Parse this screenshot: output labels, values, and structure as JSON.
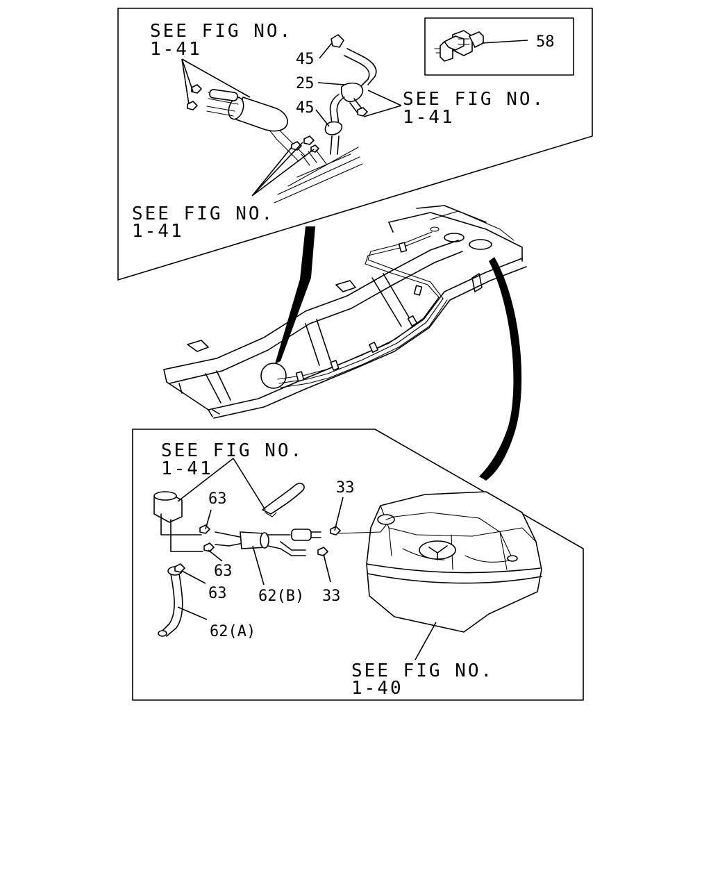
{
  "top_inset": {
    "ref_top_left": {
      "line1": "SEE FIG NO.",
      "line2": "1-41"
    },
    "ref_right": {
      "line1": "SEE FIG NO.",
      "line2": "1-41"
    },
    "ref_bottom_left": {
      "line1": "SEE FIG NO.",
      "line2": "1-41"
    },
    "callouts": {
      "c45_upper": "45",
      "c25": "25",
      "c45_lower": "45"
    },
    "detail_box": {
      "callout": "58"
    }
  },
  "bottom_inset": {
    "ref_top": {
      "line1": "SEE FIG NO.",
      "line2": "1-41"
    },
    "ref_tank": {
      "line1": "SEE FIG NO.",
      "line2": "1-40"
    },
    "callouts": {
      "c63_top": "63",
      "c63_mid": "63",
      "c63_low": "63",
      "c62b": "62(B)",
      "c62a": "62(A)",
      "c33_top": "33",
      "c33_low": "33"
    }
  }
}
